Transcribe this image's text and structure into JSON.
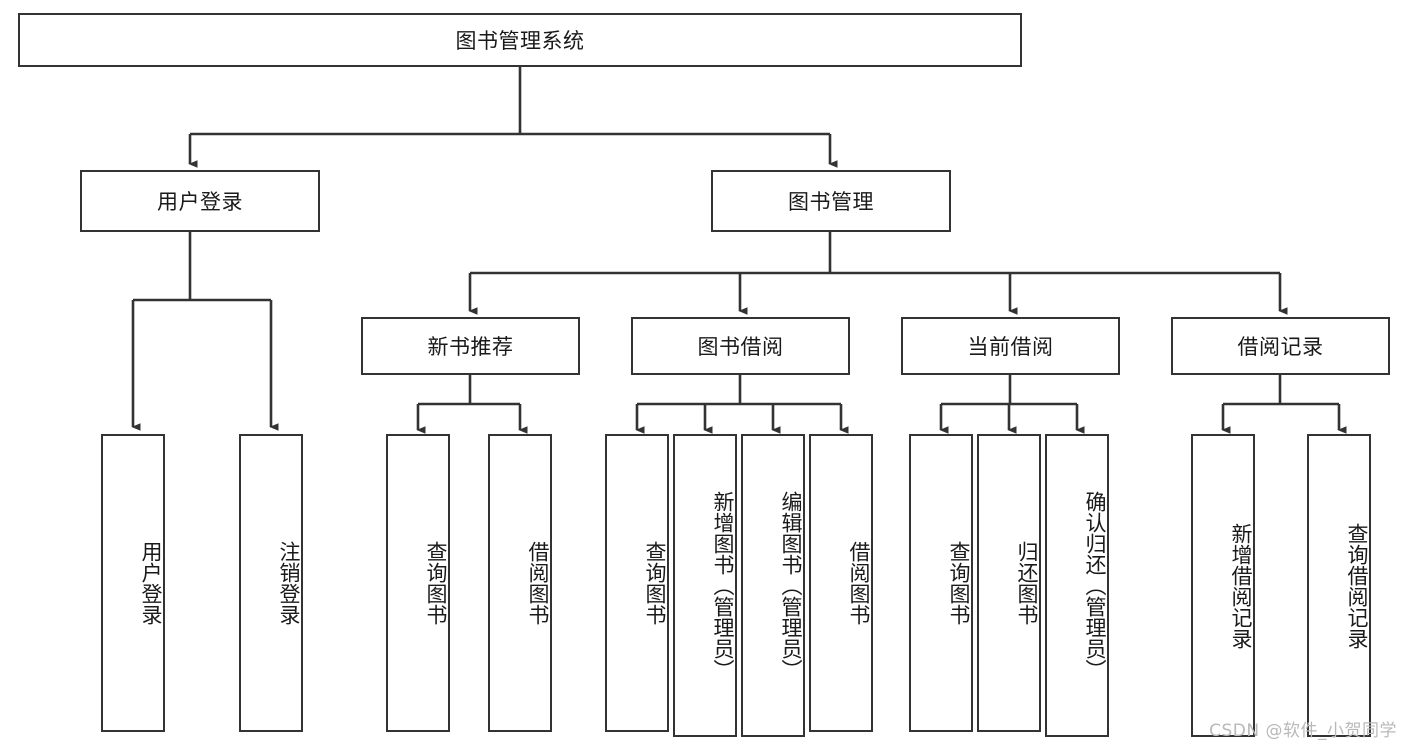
{
  "diagram": {
    "type": "tree-hierarchy",
    "title": "图书管理系统",
    "root": {
      "id": "root",
      "label": "图书管理系统",
      "orientation": "horizontal"
    },
    "level2": [
      {
        "id": "user-login",
        "label": "用户登录",
        "orientation": "horizontal"
      },
      {
        "id": "book-management",
        "label": "图书管理",
        "orientation": "horizontal"
      }
    ],
    "level3": [
      {
        "id": "new-book-recommend",
        "label": "新书推荐",
        "orientation": "horizontal",
        "parent": "book-management"
      },
      {
        "id": "book-borrow",
        "label": "图书借阅",
        "orientation": "horizontal",
        "parent": "book-management"
      },
      {
        "id": "current-borrow",
        "label": "当前借阅",
        "orientation": "horizontal",
        "parent": "book-management"
      },
      {
        "id": "borrow-record",
        "label": "借阅记录",
        "orientation": "horizontal",
        "parent": "book-management"
      }
    ],
    "leaves": {
      "user-login": [
        {
          "id": "leaf-user-login",
          "label": "用户登录"
        },
        {
          "id": "leaf-user-logout",
          "label": "注销登录"
        }
      ],
      "new-book-recommend": [
        {
          "id": "leaf-query-book-1",
          "label": "查询图书"
        },
        {
          "id": "leaf-borrow-book-1",
          "label": "借阅图书"
        }
      ],
      "book-borrow": [
        {
          "id": "leaf-query-book-2",
          "label": "查询图书"
        },
        {
          "id": "leaf-add-book",
          "label": "新增图书（管理员）"
        },
        {
          "id": "leaf-edit-book",
          "label": "编辑图书（管理员）"
        },
        {
          "id": "leaf-borrow-book-2",
          "label": "借阅图书"
        }
      ],
      "current-borrow": [
        {
          "id": "leaf-query-book-3",
          "label": "查询图书"
        },
        {
          "id": "leaf-return-book",
          "label": "归还图书"
        },
        {
          "id": "leaf-confirm-return",
          "label": "确认归还（管理员）"
        }
      ],
      "borrow-record": [
        {
          "id": "leaf-add-record",
          "label": "新增借阅记录"
        },
        {
          "id": "leaf-query-record",
          "label": "查询借阅记录"
        }
      ]
    },
    "style": {
      "line_color": "#333333",
      "box_border_color": "#333333",
      "box_fill": "#ffffff",
      "text_color": "#1a1a1a",
      "background": "#ffffff"
    }
  },
  "watermark": {
    "text": "CSDN @软件_小贺同学",
    "color": "#b9b9b9"
  }
}
